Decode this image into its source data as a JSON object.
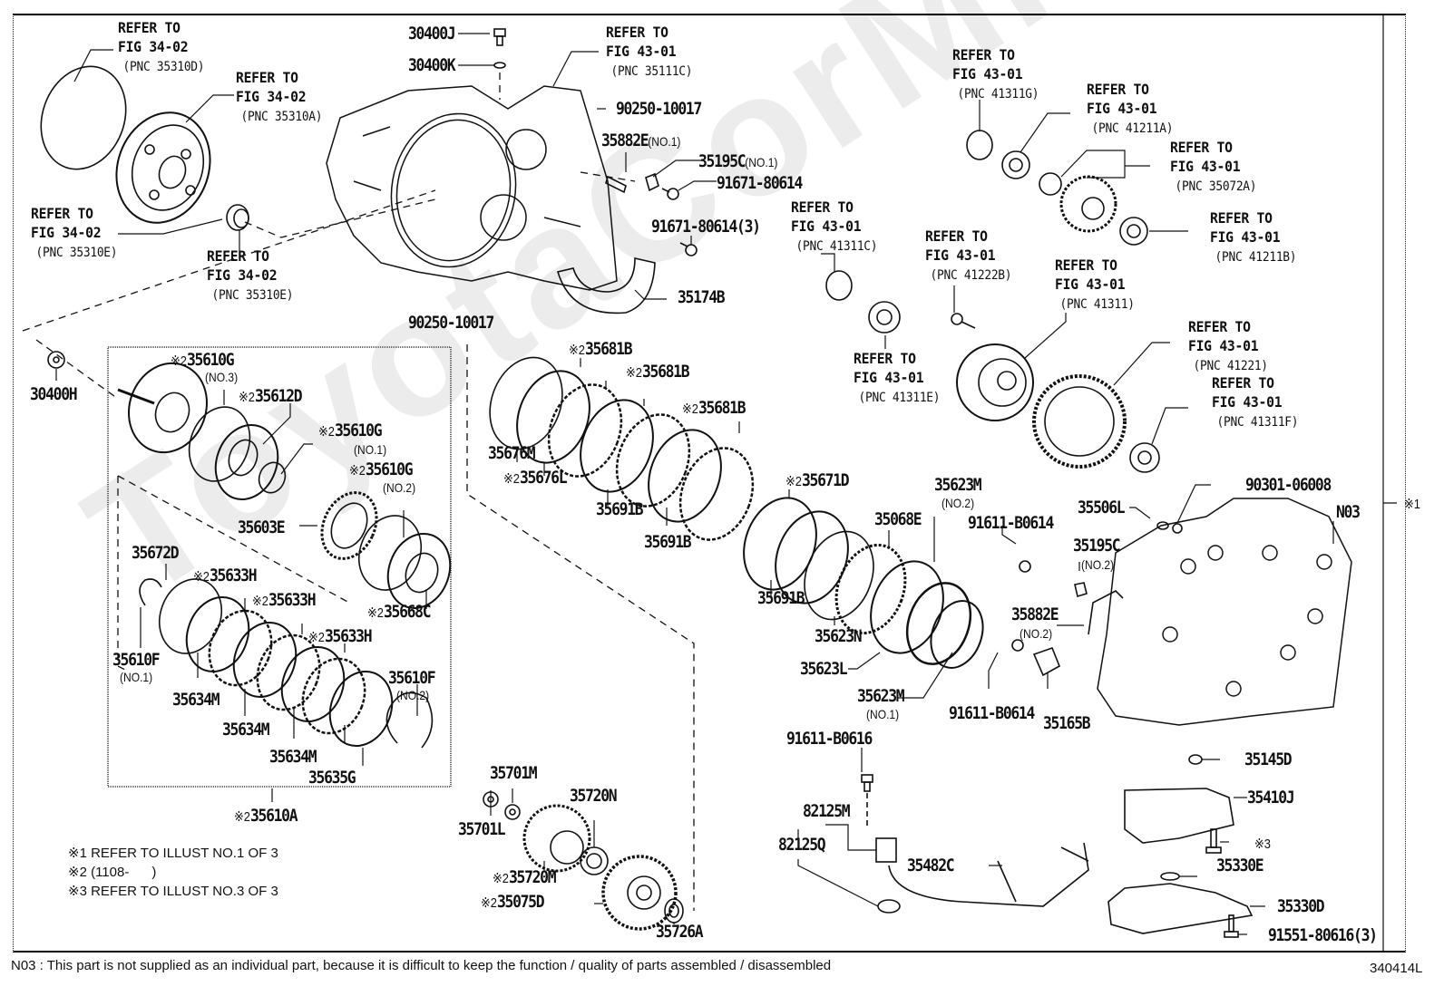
{
  "watermark": "ToyotaCorMir.ru",
  "diagram_code": "340414L",
  "parts": {
    "p30400J": "30400J",
    "p30400K": "30400K",
    "p30400H": "30400H",
    "p90250_top": "90250-10017",
    "p90250_bottom": "90250-10017",
    "p35882E_1": "35882E",
    "p35882E_1_sub": "(NO.1)",
    "p35195C_1": "35195C",
    "p35195C_1_sub": "(NO.1)",
    "p91671_a": "91671-80614",
    "p91671_b": "91671-80614(3)",
    "p35174B": "35174B",
    "p35610G_3": "35610G",
    "p35610G_3_sub": "(NO.3)",
    "p35612D": "35612D",
    "p35610G_1": "35610G",
    "p35610G_1_sub": "(NO.1)",
    "p35610G_2": "35610G",
    "p35610G_2_sub": "(NO.2)",
    "p35603E": "35603E",
    "p35668C": "35668C",
    "p35672D": "35672D",
    "p35633H_a": "35633H",
    "p35633H_b": "35633H",
    "p35633H_c": "35633H",
    "p35610F_1": "35610F",
    "p35610F_1_sub": "(NO.1)",
    "p35610F_2": "35610F",
    "p35610F_2_sub": "(NO.2)",
    "p35634M_a": "35634M",
    "p35634M_b": "35634M",
    "p35634M_c": "35634M",
    "p35635G": "35635G",
    "p35610A": "35610A",
    "p35681B_a": "35681B",
    "p35681B_b": "35681B",
    "p35681B_c": "35681B",
    "p35676M": "35676M",
    "p35676L": "35676L",
    "p35691B_a": "35691B",
    "p35691B_b": "35691B",
    "p35691B_c": "35691B",
    "p35671D": "35671D",
    "p35068E": "35068E",
    "p35623M_2": "35623M",
    "p35623M_2_sub": "(NO.2)",
    "p35623N": "35623N",
    "p35623L": "35623L",
    "p35623M_1": "35623M",
    "p35623M_1_sub": "(NO.1)",
    "p91611_B0614_a": "91611-B0614",
    "p91611_B0614_b": "91611-B0614",
    "p35195C_2": "35195C",
    "p35195C_2_sub": "(NO.2)",
    "p35882E_2": "35882E",
    "p35882E_2_sub": "(NO.2)",
    "p35165B": "35165B",
    "p35506L": "35506L",
    "p90301": "90301-06008",
    "pN03": "N03",
    "p35145D": "35145D",
    "p35410J": "35410J",
    "p35330E": "35330E",
    "p35330D": "35330D",
    "p91551": "91551-80616(3)",
    "p91611_B0616": "91611-B0616",
    "p82125M": "82125M",
    "p82125Q": "82125Q",
    "p35482C": "35482C",
    "p35701M": "35701M",
    "p35701L": "35701L",
    "p35720N": "35720N",
    "p35720M": "35720M",
    "p35075D": "35075D",
    "p35726A": "35726A"
  },
  "marks": {
    "m1": "※1",
    "m2": "※2",
    "m3": "※3"
  },
  "references": [
    {
      "line1": "REFER TO",
      "line2": "FIG 34-02",
      "pnc": "(PNC 35310D)"
    },
    {
      "line1": "REFER TO",
      "line2": "FIG 34-02",
      "pnc": "(PNC 35310A)"
    },
    {
      "line1": "REFER TO",
      "line2": "FIG 34-02",
      "pnc": "(PNC 35310E)"
    },
    {
      "line1": "REFER TO",
      "line2": "FIG 34-02",
      "pnc": "(PNC 35310E)"
    },
    {
      "line1": "REFER TO",
      "line2": "FIG 43-01",
      "pnc": "(PNC 35111C)"
    },
    {
      "line1": "REFER TO",
      "line2": "FIG 43-01",
      "pnc": "(PNC 41311G)"
    },
    {
      "line1": "REFER TO",
      "line2": "FIG 43-01",
      "pnc": "(PNC 41211A)"
    },
    {
      "line1": "REFER TO",
      "line2": "FIG 43-01",
      "pnc": "(PNC 35072A)"
    },
    {
      "line1": "REFER TO",
      "line2": "FIG 43-01",
      "pnc": "(PNC 41211B)"
    },
    {
      "line1": "REFER TO",
      "line2": "FIG 43-01",
      "pnc": "(PNC 41311C)"
    },
    {
      "line1": "REFER TO",
      "line2": "FIG 43-01",
      "pnc": "(PNC 41222B)"
    },
    {
      "line1": "REFER TO",
      "line2": "FIG 43-01",
      "pnc": "(PNC 41311)"
    },
    {
      "line1": "REFER TO",
      "line2": "FIG 43-01",
      "pnc": "(PNC 41311E)"
    },
    {
      "line1": "REFER TO",
      "line2": "FIG 43-01",
      "pnc": "(PNC 41221)"
    },
    {
      "line1": "REFER TO",
      "line2": "FIG 43-01",
      "pnc": "(PNC 41311F)"
    }
  ],
  "notes": [
    "※1 REFER TO ILLUST NO.1 OF 3",
    "※2 (1108-      )",
    "※3 REFER TO ILLUST NO.3 OF 3"
  ],
  "footer": {
    "n03_note": "N03 : This part is not supplied as an individual part, because it is difficult to keep the function / quality of parts  assembled / disassembled",
    "code": "340414L"
  }
}
